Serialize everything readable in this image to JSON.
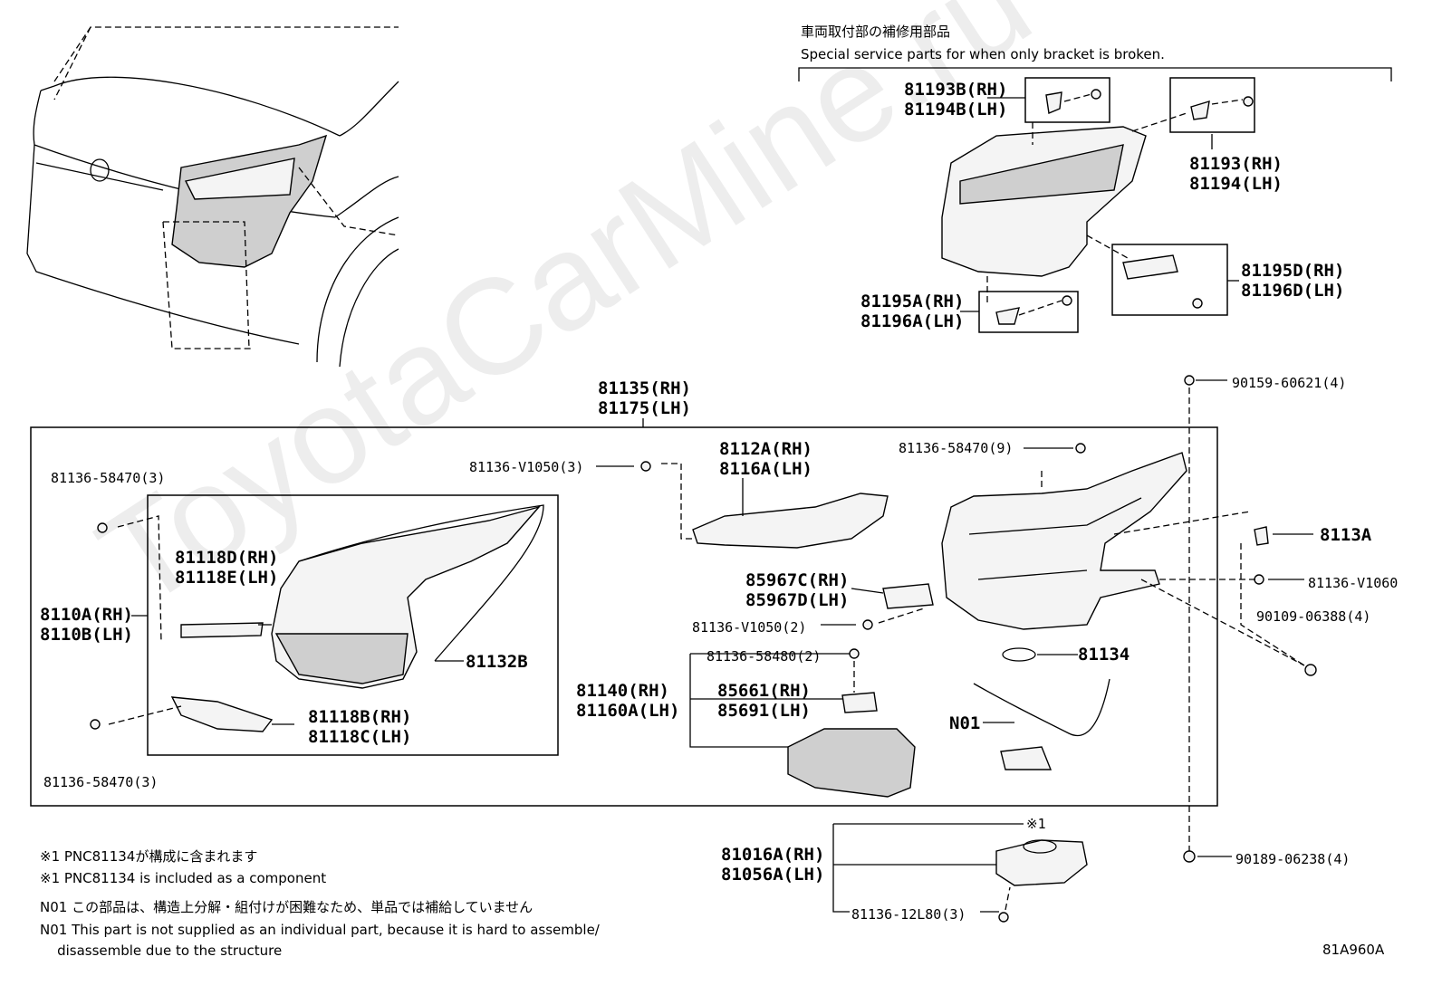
{
  "header": {
    "jp": "車両取付部の補修用部品",
    "en": "Special service parts for when only bracket is broken."
  },
  "labels": {
    "p81193B": "81193B(RH)",
    "p81194B": "81194B(LH)",
    "p81193": "81193(RH)",
    "p81194": "81194(LH)",
    "p81195D": "81195D(RH)",
    "p81196D": "81196D(LH)",
    "p81195A": "81195A(RH)",
    "p81196A": "81196A(LH)",
    "p81135": "81135(RH)",
    "p81175": "81175(LH)",
    "p90159": "90159-60621(4)",
    "p81136_58470_9": "81136-58470(9)",
    "p81136_V1050_3": "81136-V1050(3)",
    "p8112A": "8112A(RH)",
    "p8116A": "8116A(LH)",
    "p81136_58470_3a": "81136-58470(3)",
    "p81118D": "81118D(RH)",
    "p81118E": "81118E(LH)",
    "p8110A": "8110A(RH)",
    "p8110B": "8110B(LH)",
    "p81132B": "81132B",
    "p81118B": "81118B(RH)",
    "p81118C": "81118C(LH)",
    "p81136_58470_3b": "81136-58470(3)",
    "p8113A": "8113A",
    "p81136_V1060": "81136-V1060",
    "p90109": "90109-06388(4)",
    "p85967C": "85967C(RH)",
    "p85967D": "85967D(LH)",
    "p81136_V1050_2": "81136-V1050(2)",
    "p81136_58480": "81136-58480(2)",
    "p81134": "81134",
    "p81140": "81140(RH)",
    "p81160A": "81160A(LH)",
    "p85661": "85661(RH)",
    "p85691": "85691(LH)",
    "pN01": "N01",
    "p81016A": "81016A(RH)",
    "p81056A": "81056A(LH)",
    "pX1": "※1",
    "p90189": "90189-06238(4)",
    "p81136_12L80": "81136-12L80(3)"
  },
  "notes": {
    "n1_jp": "※1 PNC81134が構成に含まれます",
    "n1_en": "※1 PNC81134 is included as a component",
    "n2_jp": "N01 この部品は、構造上分解・組付けが困難なため、単品では補給していません",
    "n2_en": "N01 This part is not supplied as an individual part, because it is hard to assemble/",
    "n2_en2": "    disassemble due to the structure"
  },
  "footer": {
    "code": "81A960A"
  },
  "watermark": "ToyotaCarMine.ru"
}
